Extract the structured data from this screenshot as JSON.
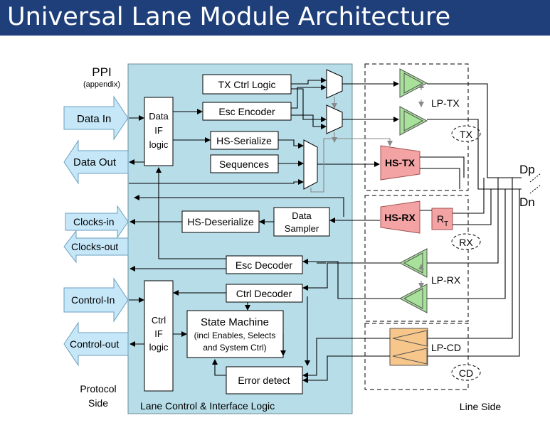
{
  "header": {
    "title": "Universal Lane Module Architecture"
  },
  "colors": {
    "title_bar": "#1f3f7a",
    "lane_control_fill": "#b7dde8",
    "port_arrow_fill": "#c6e7f8",
    "hs_block_fill": "#f4a3a5",
    "lp_tx_fill": "#a8e29a",
    "lp_cd_fill": "#f6c68a",
    "block_fill": "#ffffff"
  },
  "ppi": {
    "label": "PPI",
    "sublabel": "(appendix)"
  },
  "ports": {
    "data_in": "Data In",
    "data_out": "Data Out",
    "clocks_in": "Clocks-in",
    "clocks_out": "Clocks-out",
    "control_in": "Control-In",
    "control_out": "Control-out"
  },
  "side_labels": {
    "protocol_line1": "Protocol",
    "protocol_line2": "Side",
    "line_side": "Line Side"
  },
  "lane_control": {
    "label": "Lane Control & Interface Logic"
  },
  "blocks": {
    "data_if_l1": "Data",
    "data_if_l2": "IF",
    "data_if_l3": "logic",
    "tx_ctrl_logic": "TX Ctrl Logic",
    "esc_encoder": "Esc Encoder",
    "hs_serialize": "HS-Serialize",
    "sequences": "Sequences",
    "hs_deserialize": "HS-Deserialize",
    "data_sampler_l1": "Data",
    "data_sampler_l2": "Sampler",
    "esc_decoder": "Esc Decoder",
    "ctrl_decoder": "Ctrl Decoder",
    "ctrl_if_l1": "Ctrl",
    "ctrl_if_l2": "IF",
    "ctrl_if_l3": "logic",
    "state_machine_l1": "State Machine",
    "state_machine_l2": "(incl Enables, Selects",
    "state_machine_l3": "and System Ctrl)",
    "error_detect": "Error detect"
  },
  "line_blocks": {
    "lp_tx": "LP-TX",
    "tx": "TX",
    "hs_tx": "HS-TX",
    "hs_rx": "HS-RX",
    "rt_main": "R",
    "rt_sub": "T",
    "rx": "RX",
    "lp_rx": "LP-RX",
    "lp_cd": "LP-CD",
    "cd": "CD"
  },
  "pins": {
    "dp": "Dp",
    "dn": "Dn"
  }
}
